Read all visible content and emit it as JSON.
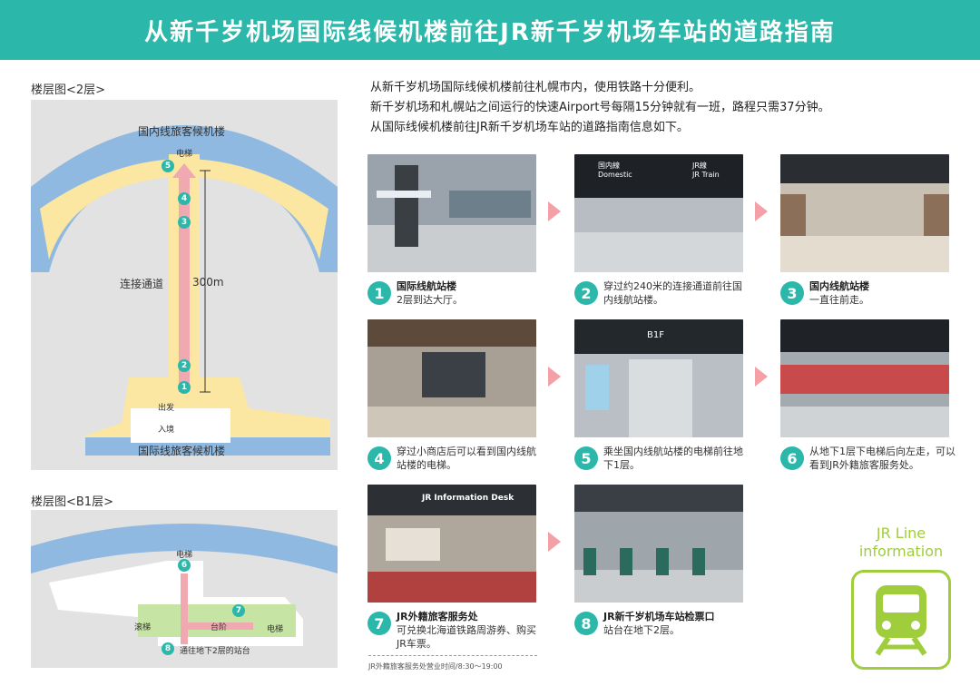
{
  "header": {
    "title": "从新千岁机场国际线候机楼前往JR新千岁机场车站的道路指南"
  },
  "floor2": {
    "label": "楼层图<2层>",
    "domestic": "国内线旅客候机楼",
    "international": "国际线旅客候机楼",
    "corridor": "连接通道",
    "distance": "300m",
    "elevator": "电梯",
    "departure": "出发",
    "arrival": "入境",
    "markers": [
      "5",
      "4",
      "3",
      "2",
      "1"
    ]
  },
  "floorB1": {
    "label": "楼层图<B1层>",
    "elevator_top": "电梯",
    "escalator": "滚梯",
    "stairs": "台阶",
    "elevator_right": "电梯",
    "platform": "通往地下2层的站台",
    "markers": [
      "6",
      "7",
      "8"
    ]
  },
  "intro": {
    "line1": "从新千岁机场国际线候机楼前往札幌市内，使用铁路十分便利。",
    "line2": "新千岁机场和札幌站之间运行的快速Airport号每隔15分钟就有一班，路程只需37分钟。",
    "line3": "从国际线候机楼前往JR新千岁机场车站的道路指南信息如下。"
  },
  "steps": [
    {
      "num": "1",
      "title": "国际线航站楼",
      "text": "2层到达大厅。"
    },
    {
      "num": "2",
      "title": "",
      "text": "穿过约240米的连接通道前往国内线航站楼。"
    },
    {
      "num": "3",
      "title": "国内线航站楼",
      "text": "一直往前走。"
    },
    {
      "num": "4",
      "title": "",
      "text": "穿过小商店后可以看到国内线航站楼的电梯。"
    },
    {
      "num": "5",
      "title": "",
      "text": "乘坐国内线航站楼的电梯前往地下1层。"
    },
    {
      "num": "6",
      "title": "",
      "text": "从地下1层下电梯后向左走，可以看到JR外籍旅客服务处。"
    },
    {
      "num": "7",
      "title": "JR外籍旅客服务处",
      "text": "可兑换北海道铁路周游券、购买JR车票。"
    },
    {
      "num": "8",
      "title": "JR新千岁机场车站检票口",
      "text": "站台在地下2层。"
    }
  ],
  "signs": {
    "domestic": "国内線",
    "domestic_en": "Domestic",
    "jr": "JR線",
    "jr_en": "JR Train",
    "b1": "B1F",
    "info_desk": "JR Information Desk"
  },
  "hours": "JR外籍旅客服务处营业时间/8:30～19:00",
  "jr_info": {
    "line1": "JR Line",
    "line2": "information"
  },
  "colors": {
    "teal": "#2bb8aa",
    "pink_arrow": "#f3a0a6",
    "jr_green": "#9fcd3c",
    "map_yellow": "#fbe6a2",
    "map_blue": "#8fb9e0",
    "map_green": "#c6e4a3"
  }
}
